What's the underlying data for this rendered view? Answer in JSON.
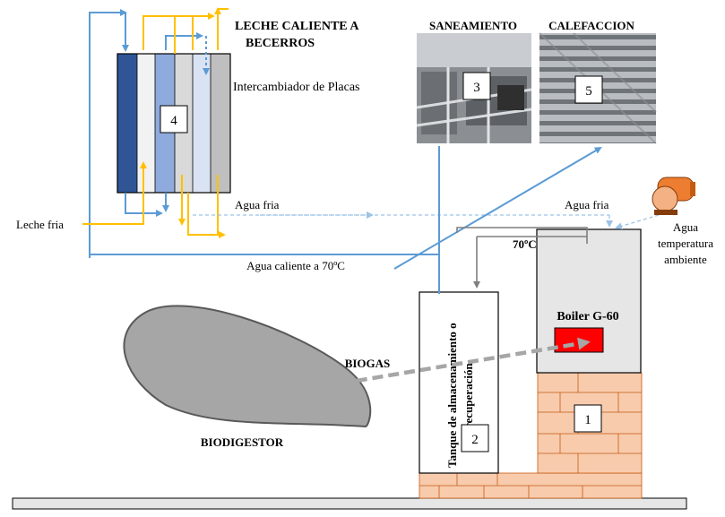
{
  "labels": {
    "leche_caliente_1": "LECHE CALIENTE A",
    "leche_caliente_2": "BECERROS",
    "intercambiador": "Intercambiador de Placas",
    "saneamiento": "SANEAMIENTO",
    "calefaccion": "CALEFACCION",
    "leche_fria": "Leche fria",
    "agua_fria_left": "Agua fria",
    "agua_fria_right": "Agua fria",
    "agua_caliente": "Agua caliente a 70ºC",
    "temp_70": "70ºC",
    "agua_temp_1": "Agua",
    "agua_temp_2": "temperatura",
    "agua_temp_3": "ambiente",
    "boiler": "Boiler G-60",
    "tanque_1": "Tanque de almacenamiento o",
    "tanque_2": "recuperación",
    "biogas": "BIOGAS",
    "biodigestor": "BIODIGESTOR"
  },
  "badges": {
    "n1": "1",
    "n2": "2",
    "n3": "3",
    "n4": "4",
    "n5": "5"
  },
  "colors": {
    "water_blue": "#5b9bd5",
    "milk_yellow": "#ffc000",
    "brick": "#f8cbad",
    "burner_red": "#ff0000",
    "digester_gray": "#a6a6a6"
  }
}
